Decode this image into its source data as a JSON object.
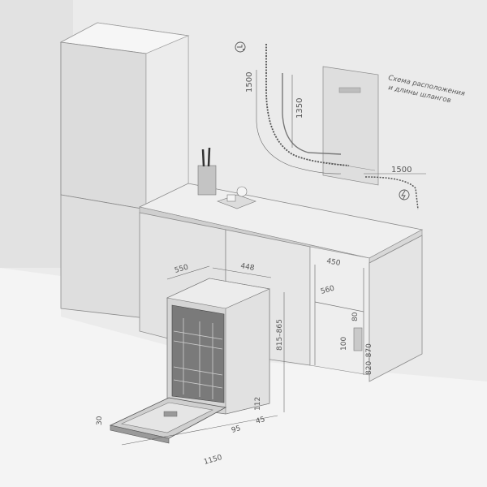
{
  "hose_scheme": {
    "note_line1": "Схема расположения",
    "note_line2": "и длины шлангов",
    "water_hose_length": "1500",
    "drain_hose_height": "1350",
    "power_cable_length": "1500",
    "icons": [
      "water-tap-icon",
      "power-plug-icon"
    ]
  },
  "dishwasher": {
    "depth": "550",
    "width": "448",
    "height": "815–865",
    "toe_kick": "112",
    "door_open_depth": "1150",
    "door_thickness": "30",
    "toe_offset": "45",
    "foot_offset": "95"
  },
  "niche": {
    "width": "450",
    "depth": "560",
    "height": "820–870",
    "plinth": "100",
    "opening": "80"
  }
}
